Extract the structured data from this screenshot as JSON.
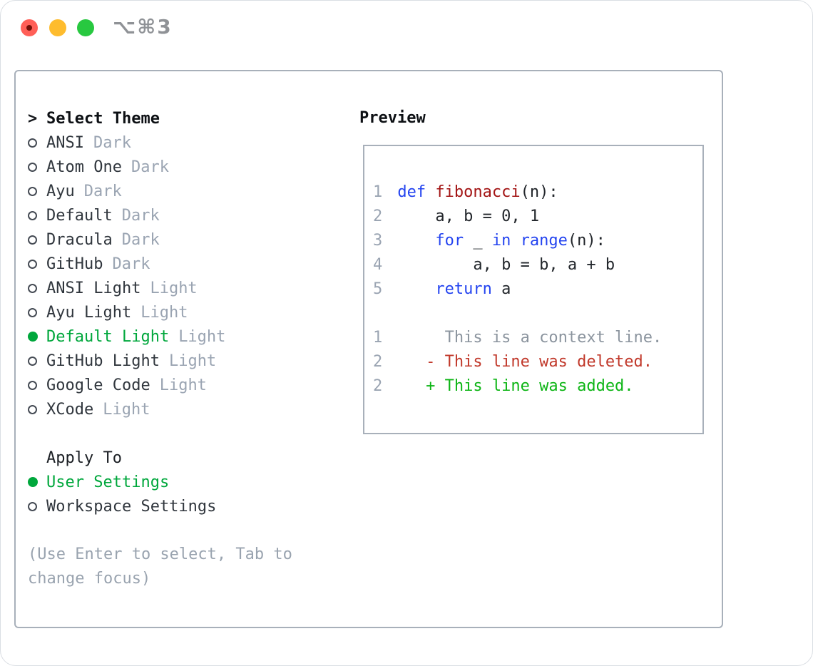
{
  "window": {
    "shortcut": "⌥⌘3"
  },
  "panel": {
    "list": {
      "header": {
        "marker": ">",
        "label": "Select Theme"
      },
      "themes": [
        {
          "name": "ANSI",
          "tag": "Dark",
          "selected": false
        },
        {
          "name": "Atom One",
          "tag": "Dark",
          "selected": false
        },
        {
          "name": "Ayu",
          "tag": "Dark",
          "selected": false
        },
        {
          "name": "Default",
          "tag": "Dark",
          "selected": false
        },
        {
          "name": "Dracula",
          "tag": "Dark",
          "selected": false
        },
        {
          "name": "GitHub",
          "tag": "Dark",
          "selected": false
        },
        {
          "name": "ANSI Light",
          "tag": "Light",
          "selected": false
        },
        {
          "name": "Ayu Light",
          "tag": "Light",
          "selected": false
        },
        {
          "name": "Default Light",
          "tag": "Light",
          "selected": true
        },
        {
          "name": "GitHub Light",
          "tag": "Light",
          "selected": false
        },
        {
          "name": "Google Code",
          "tag": "Light",
          "selected": false
        },
        {
          "name": "XCode",
          "tag": "Light",
          "selected": false
        }
      ],
      "apply_to": {
        "label": "Apply To",
        "options": [
          {
            "name": "User Settings",
            "selected": true
          },
          {
            "name": "Workspace Settings",
            "selected": false
          }
        ]
      },
      "hint_line1": "(Use Enter to select, Tab to",
      "hint_line2": "change focus)"
    },
    "preview": {
      "label": "Preview",
      "code_lines": [
        {
          "num": "1",
          "segs": [
            {
              "t": "def",
              "c": "keyword"
            },
            {
              "t": " ",
              "c": "plain"
            },
            {
              "t": "fibonacci",
              "c": "function"
            },
            {
              "t": "(n):",
              "c": "plain"
            }
          ]
        },
        {
          "num": "2",
          "segs": [
            {
              "t": "    a, b = 0, 1",
              "c": "plain"
            }
          ]
        },
        {
          "num": "3",
          "segs": [
            {
              "t": "    ",
              "c": "plain"
            },
            {
              "t": "for",
              "c": "keyword"
            },
            {
              "t": " _ ",
              "c": "plain"
            },
            {
              "t": "in",
              "c": "keyword"
            },
            {
              "t": " ",
              "c": "plain"
            },
            {
              "t": "range",
              "c": "keyword"
            },
            {
              "t": "(n):",
              "c": "plain"
            }
          ]
        },
        {
          "num": "4",
          "segs": [
            {
              "t": "        a, b = b, a + b",
              "c": "plain"
            }
          ]
        },
        {
          "num": "5",
          "segs": [
            {
              "t": "    ",
              "c": "plain"
            },
            {
              "t": "return",
              "c": "keyword"
            },
            {
              "t": " a",
              "c": "plain"
            }
          ]
        }
      ],
      "diff_lines": [
        {
          "num": "1",
          "body": "     This is a context line.",
          "kind": "context"
        },
        {
          "num": "2",
          "body": "   - This line was deleted.",
          "kind": "deleted"
        },
        {
          "num": "2",
          "body": "   + This line was added.",
          "kind": "added"
        }
      ]
    }
  },
  "colors": {
    "green": "#00a73c",
    "added": "#0db515",
    "deleted": "#c1392b",
    "keyword": "#2444f0",
    "func": "#a31515",
    "muted": "#9aa4b2",
    "text": "#30363d",
    "border": "#a8b0ba"
  }
}
